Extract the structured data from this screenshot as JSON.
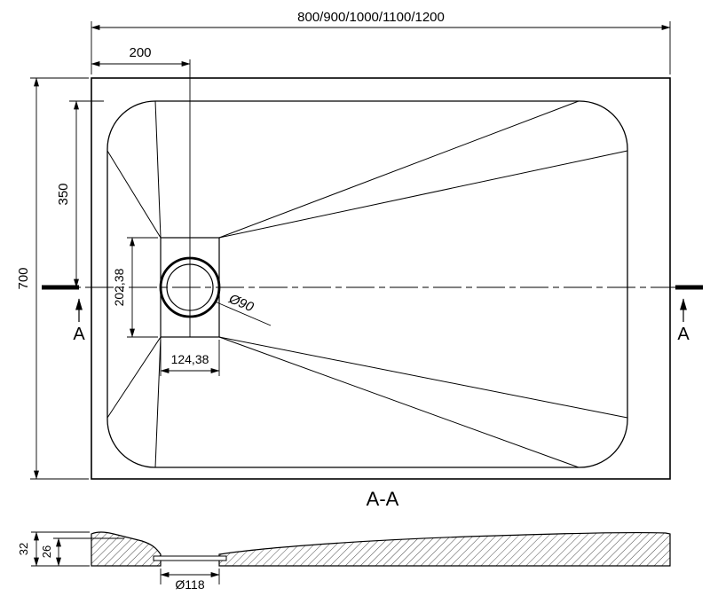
{
  "drawing": {
    "kind": "technical-drawing",
    "subject": "rectangular shower tray with drain",
    "line_color": "#000000",
    "background_color": "#ffffff"
  },
  "top_view": {
    "width_options_dim": "800/900/1000/1100/1200",
    "drain_offset_dim": "200",
    "depth_dim": "700",
    "center_dim": "350",
    "drain_recess_height_dim": "202,38",
    "drain_recess_width_dim": "124,38",
    "drain_diameter_dim": "Ø90",
    "section_marker_left": "A",
    "section_marker_right": "A"
  },
  "section_view": {
    "title": "A-A",
    "outer_height_dim": "32",
    "inner_height_dim": "26",
    "drain_hole_dim": "Ø118"
  }
}
